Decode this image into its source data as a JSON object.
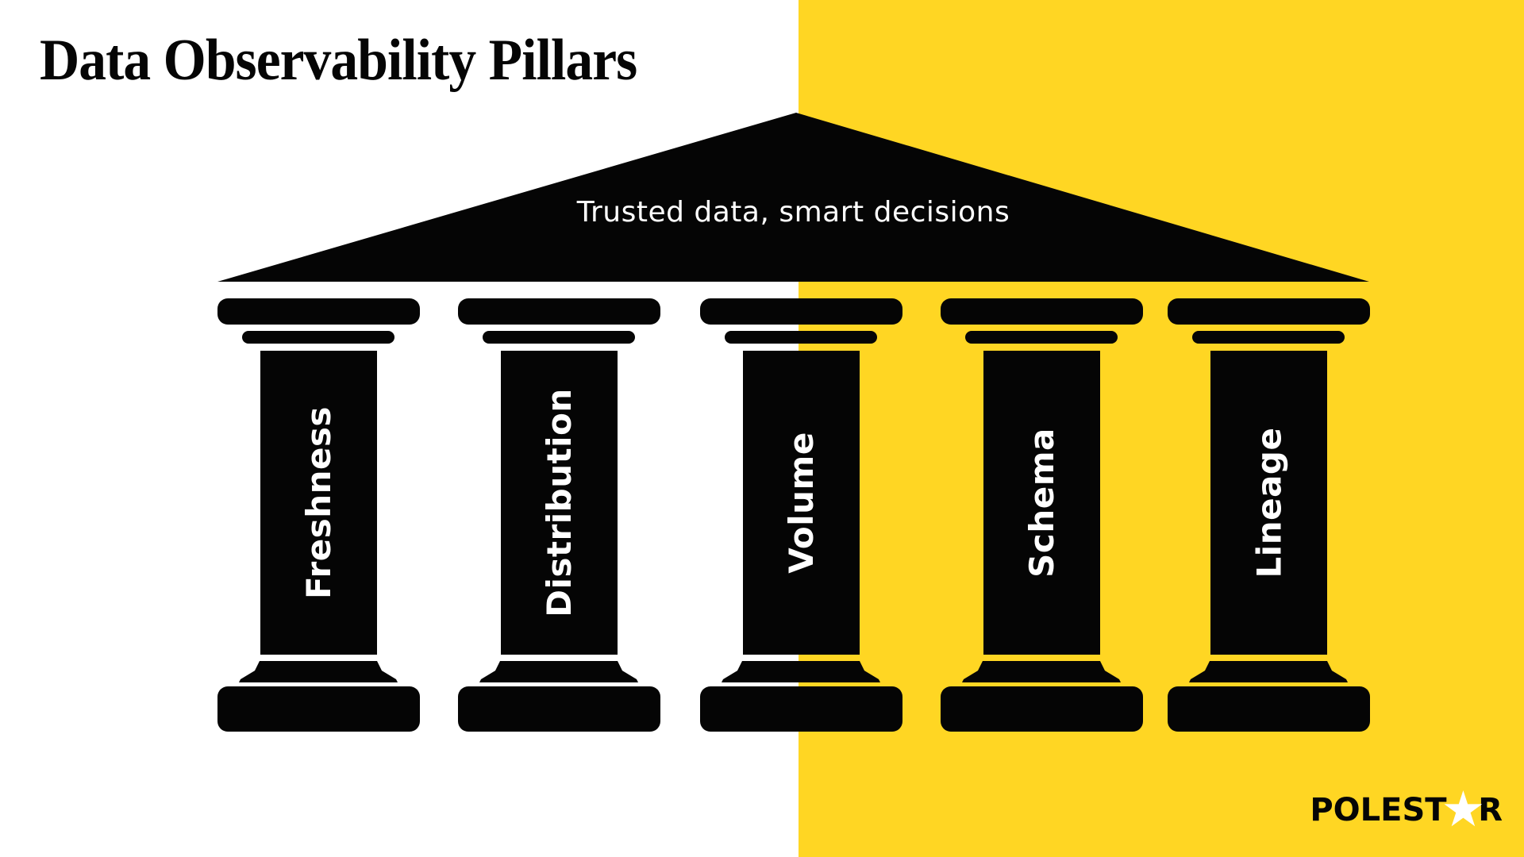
{
  "page": {
    "title": "Data Observability Pillars"
  },
  "colors": {
    "background_left": "#FFFFFF",
    "background_right": "#FFD623",
    "temple": "#050505",
    "text_on_temple": "#FFFFFF"
  },
  "temple": {
    "tagline": "Trusted data, smart decisions",
    "pillars": [
      {
        "label": "Freshness"
      },
      {
        "label": "Distribution"
      },
      {
        "label": "Volume"
      },
      {
        "label": "Schema"
      },
      {
        "label": "Lineage"
      }
    ]
  },
  "brand": {
    "name": "POLESTAR",
    "prefix": "POLEST",
    "suffix": "R",
    "star_glyph": "★",
    "star_icon": "star-icon"
  }
}
